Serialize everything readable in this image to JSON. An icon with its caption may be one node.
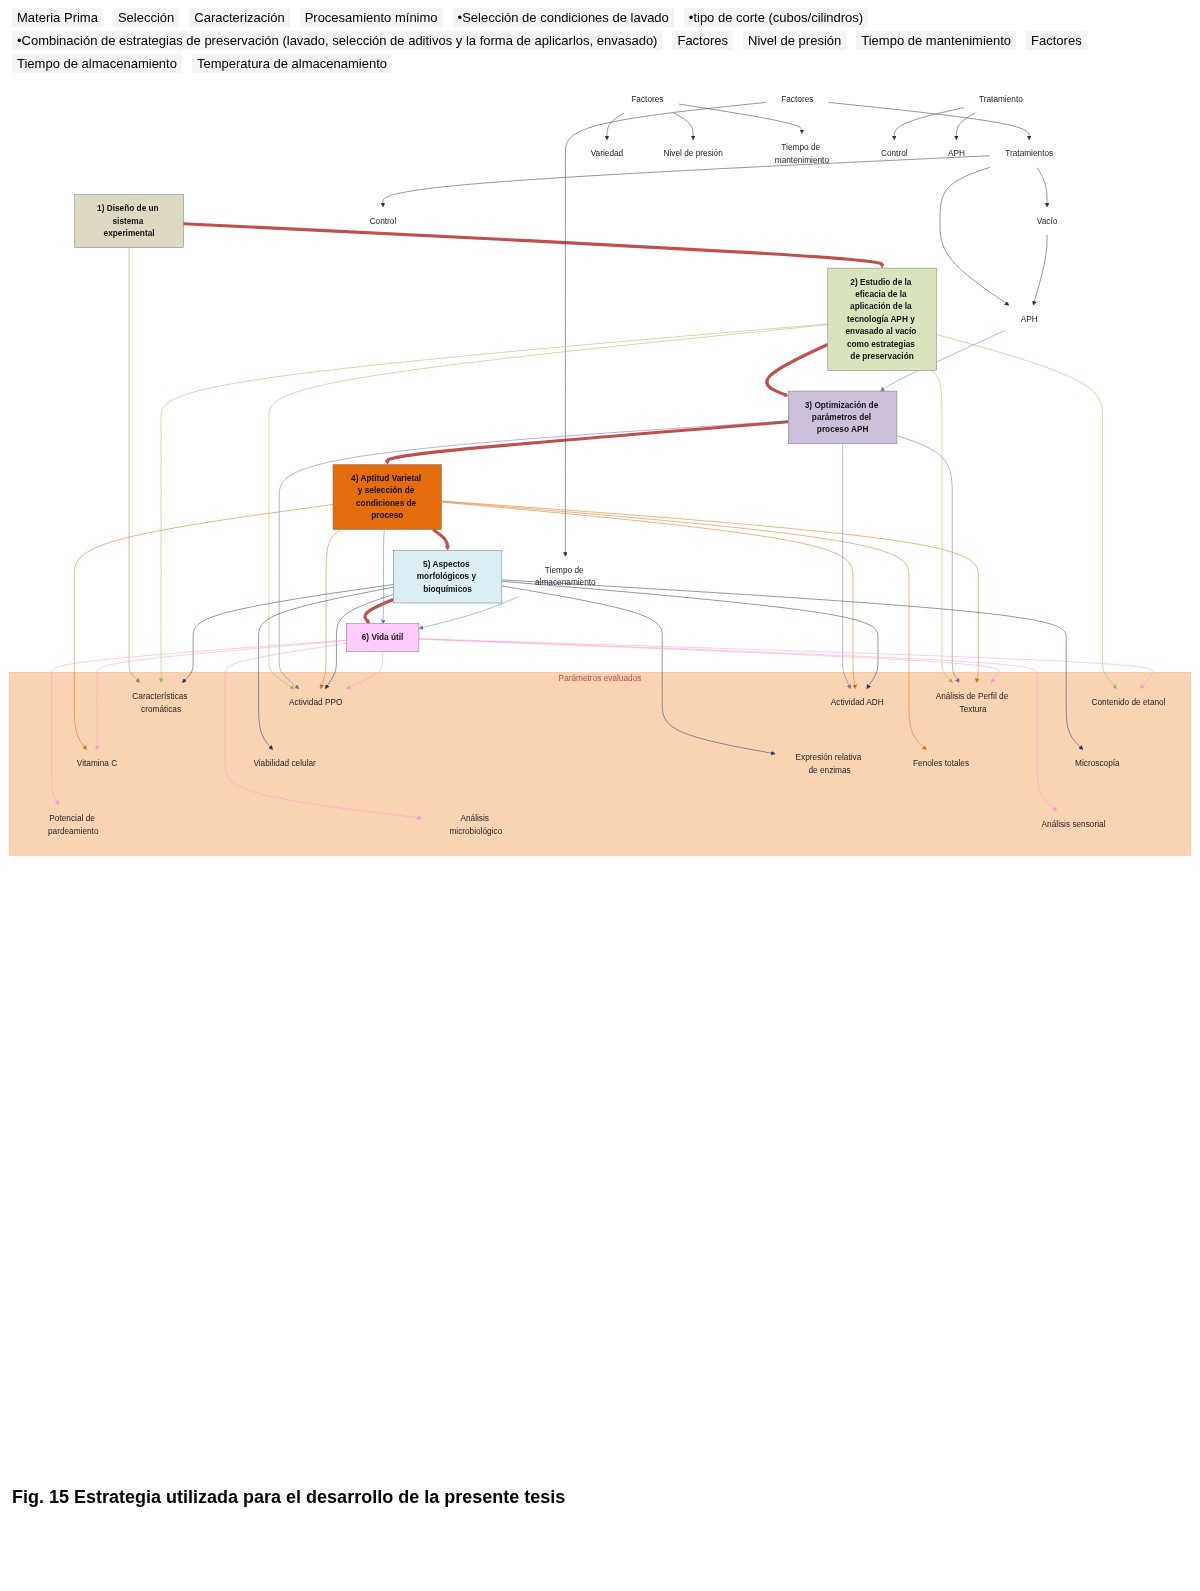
{
  "diagram": {
    "caption": "Fig. 15 Estrategia utilizada para el desarrollo de la presente tesis",
    "nodes": [
      {
        "text": [
          "1) Diseño de un sistema experimental"
        ]
      },
      {
        "text": [
          "2) Estudio de la eficacia de la aplicación de la tecnología APH y envasado al vacío como estrategias de preservación"
        ]
      },
      {
        "text": [
          "3) Optimización de parámetros del proceso APH"
        ]
      },
      {
        "text": [
          "4) Aptitud Varietal y selección de condiciones de proceso"
        ]
      },
      {
        "text": [
          "5) Aspectos morfológicos y bioquímicos"
        ]
      },
      {
        "text": [
          "6) Vida útil"
        ]
      },
      {
        "text": [
          "Parámetros evaluados"
        ]
      },
      {
        "text": [
          "Características cromáticas"
        ],
        "in": 6
      },
      {
        "text": [
          "Análisis de Perfil de Textura"
        ],
        "in": 6
      },
      {
        "text": [
          "Contenido de etanol"
        ],
        "in": 6
      },
      {
        "text": [
          "Actividad PPO"
        ],
        "in": 6
      },
      {
        "text": [
          "Actividad ADH"
        ],
        "in": 6
      },
      {
        "text": [
          "Vitamina C"
        ],
        "in": 6
      },
      {
        "text": [
          "Fenoles totales"
        ],
        "in": 6
      },
      {
        "text": [
          "Microscopía"
        ],
        "in": 6
      },
      {
        "text": [
          "Viabilidad celular"
        ],
        "in": 6
      },
      {
        "text": [
          "Expresión relativa de enzimas"
        ],
        "in": 6
      },
      {
        "text": [
          "Potencial de pardeamiento"
        ],
        "in": 6
      },
      {
        "text": [
          "Análisis microbiológico"
        ],
        "in": 6
      },
      {
        "text": [
          "Análisis sensorial"
        ],
        "in": 6
      },
      {
        "text": [
          "Factores"
        ]
      },
      {
        "text": [
          "Tratamientos"
        ]
      },
      {
        "text": [
          "Tiempo de almacenamiento"
        ]
      },
      {
        "text": [
          "Control"
        ]
      },
      {
        "text": [
          "Vacío"
        ]
      },
      {
        "text": [
          "APH"
        ]
      },
      {
        "text": [
          "Factores"
        ]
      },
      {
        "text": [
          "Variedad"
        ]
      },
      {
        "text": [
          "Nivel de presión"
        ]
      },
      {
        "text": [
          "Tiempo de mantenimiento"
        ]
      },
      {
        "text": [
          "Tratamiento"
        ]
      },
      {
        "text": [
          "Control"
        ]
      },
      {
        "text": [
          "APH"
        ]
      }
    ],
    "edges": [
      {
        "from": 0,
        "to": 1,
        "arrow": "to",
        "style": "thick",
        "color": "#c0504d"
      },
      {
        "from": 1,
        "to": 2,
        "arrow": "to",
        "style": "thick",
        "color": "#c0504d"
      },
      {
        "from": 2,
        "to": 3,
        "arrow": "to",
        "style": "thick",
        "color": "#c0504d"
      },
      {
        "from": 3,
        "to": 4,
        "arrow": "to",
        "style": "thick",
        "color": "#c0504d"
      },
      {
        "from": 4,
        "to": 5,
        "arrow": "to",
        "style": "thick",
        "color": "#c0504d"
      },
      {
        "from": 3,
        "to": 5,
        "arrow": "to",
        "color": "#4f81bd"
      },
      {
        "from": 25,
        "to": 2,
        "arrow": "to",
        "color": "#4f81bd"
      },
      {
        "from": 22,
        "to": 5,
        "arrow": "to",
        "color": "#4f81bd"
      },
      {
        "from": 0,
        "to": 7,
        "arrow": "to",
        "color": "#948a54"
      },
      {
        "from": 20,
        "to": 21,
        "arrow": "to"
      },
      {
        "from": 20,
        "to": 22,
        "arrow": "to"
      },
      {
        "from": 21,
        "to": 23,
        "arrow": "to"
      },
      {
        "from": 21,
        "to": 24,
        "arrow": "to"
      },
      {
        "from": 21,
        "to": 25,
        "arrow": "to"
      },
      {
        "from": 24,
        "to": 25,
        "arrow": "to"
      },
      {
        "from": 26,
        "to": 27,
        "arrow": "to"
      },
      {
        "from": 26,
        "to": 28,
        "arrow": "to"
      },
      {
        "from": 26,
        "to": 29,
        "arrow": "to"
      },
      {
        "from": 30,
        "to": 31,
        "arrow": "to"
      },
      {
        "from": 30,
        "to": 32,
        "arrow": "to"
      },
      {
        "from": 1,
        "to": 7,
        "arrow": "to",
        "color": "#9bbb59"
      },
      {
        "from": 1,
        "to": 8,
        "arrow": "to",
        "color": "#9bbb59"
      },
      {
        "from": 1,
        "to": 9,
        "arrow": "to",
        "color": "#9bbb59"
      },
      {
        "from": 1,
        "to": 10,
        "arrow": "to",
        "color": "#9bbb59"
      },
      {
        "from": 2,
        "to": 8,
        "arrow": "to",
        "color": "#8064a2"
      },
      {
        "from": 2,
        "to": 10,
        "arrow": "to",
        "color": "#8064a2"
      },
      {
        "from": 2,
        "to": 11,
        "arrow": "to",
        "color": "#8064a2"
      },
      {
        "from": 3,
        "to": 8,
        "arrow": "to",
        "color": "#e46c0a"
      },
      {
        "from": 3,
        "to": 10,
        "arrow": "to",
        "color": "#e46c0a"
      },
      {
        "from": 3,
        "to": 11,
        "arrow": "to",
        "color": "#e46c0a"
      },
      {
        "from": 3,
        "to": 12,
        "arrow": "to",
        "color": "#e46c0a"
      },
      {
        "from": 3,
        "to": 13,
        "arrow": "to",
        "color": "#e46c0a"
      },
      {
        "from": 4,
        "to": 7,
        "arrow": "to",
        "color": "#1f3864"
      },
      {
        "from": 4,
        "to": 10,
        "arrow": "to",
        "color": "#1f3864"
      },
      {
        "from": 4,
        "to": 11,
        "arrow": "to",
        "color": "#1f3864"
      },
      {
        "from": 4,
        "to": 14,
        "arrow": "to",
        "color": "#1f3864"
      },
      {
        "from": 4,
        "to": 15,
        "arrow": "to",
        "color": "#1f3864"
      },
      {
        "from": 4,
        "to": 16,
        "arrow": "to",
        "color": "#1f3864"
      },
      {
        "from": 5,
        "to": 8,
        "arrow": "to",
        "color": "#ff99cc"
      },
      {
        "from": 5,
        "to": 9,
        "arrow": "to",
        "color": "#ff99cc"
      },
      {
        "from": 5,
        "to": 10,
        "arrow": "to",
        "color": "#ff99cc"
      },
      {
        "from": 5,
        "to": 12,
        "arrow": "to",
        "color": "#ff99cc"
      },
      {
        "from": 5,
        "to": 17,
        "arrow": "to",
        "color": "#ff99cc"
      },
      {
        "from": 5,
        "to": 18,
        "arrow": "to",
        "color": "#ff99cc"
      },
      {
        "from": 5,
        "to": 19,
        "arrow": "to",
        "color": "#ff99cc"
      }
    ],
    "labels": [
      "Materia Prima",
      "Selección",
      "Caracterización",
      "Procesamiento mínimo",
      "•Selección de condiciones de lavado",
      "•tipo de corte (cubos/cilindros)",
      "•Combinación de estrategias de preservación (lavado, selección de aditivos y la forma de aplicarlos, envasado)",
      "Factores",
      "Nivel de presión",
      "Tiempo de mantenimiento",
      "Factores",
      "Tiempo de almacenamiento",
      "Temperatura de almacenamiento"
    ]
  }
}
